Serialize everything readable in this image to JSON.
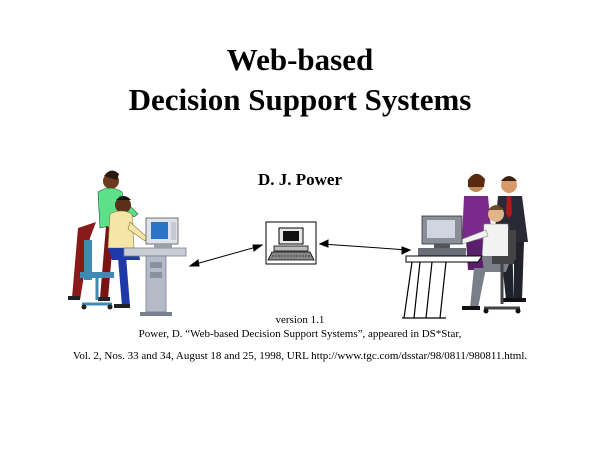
{
  "slide": {
    "title_line1": "Web-based",
    "title_line2": "Decision Support Systems",
    "author": "D. J. Power",
    "version": "version 1.1",
    "citation_line1": "Power, D. “Web-based Decision Support Systems”, appeared in DS*Star,",
    "citation_line2": "Vol. 2,  Nos. 33 and 34,  August 18 and 25, 1998, URL http://www.tgc.com/dsstar/98/0811/980811.html."
  },
  "illustration": {
    "left_group": "two-people-at-workstation",
    "center_device": "web-server-computer",
    "right_group": "three-people-at-workstation",
    "connectors": "double-headed-arrows"
  }
}
